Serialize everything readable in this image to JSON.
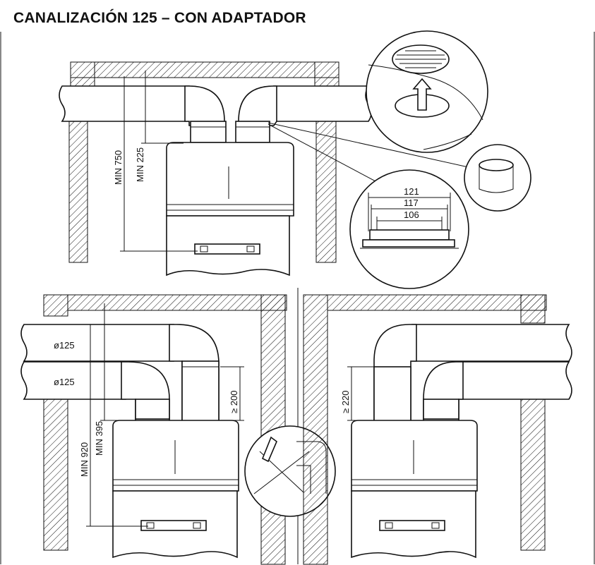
{
  "title": "CANALIZACIÓN 125 – CON ADAPTADOR",
  "dimensions": {
    "min_750": "MIN 750",
    "min_225": "MIN 225",
    "d121": "121",
    "d117": "117",
    "d106": "106",
    "diam_top": "ø125",
    "diam_bottom": "ø125",
    "ge_200": "≥ 200",
    "min_920": "MIN 920",
    "min_395": "MIN 395",
    "ge_220": "≥ 220"
  },
  "colors": {
    "line": "#111111",
    "background": "#ffffff"
  }
}
